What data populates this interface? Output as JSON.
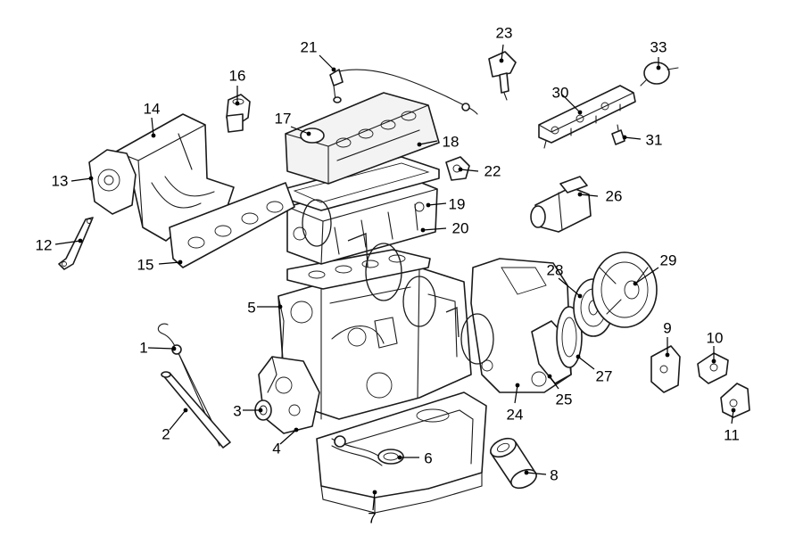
{
  "diagram": {
    "type": "exploded-parts",
    "callouts": [
      "1",
      "2",
      "3",
      "4",
      "5",
      "6",
      "7",
      "8",
      "9",
      "10",
      "11",
      "12",
      "13",
      "14",
      "15",
      "16",
      "17",
      "18",
      "19",
      "20",
      "21",
      "22",
      "23",
      "24",
      "25",
      "26",
      "27",
      "28",
      "29",
      "30",
      "31",
      "33"
    ]
  }
}
